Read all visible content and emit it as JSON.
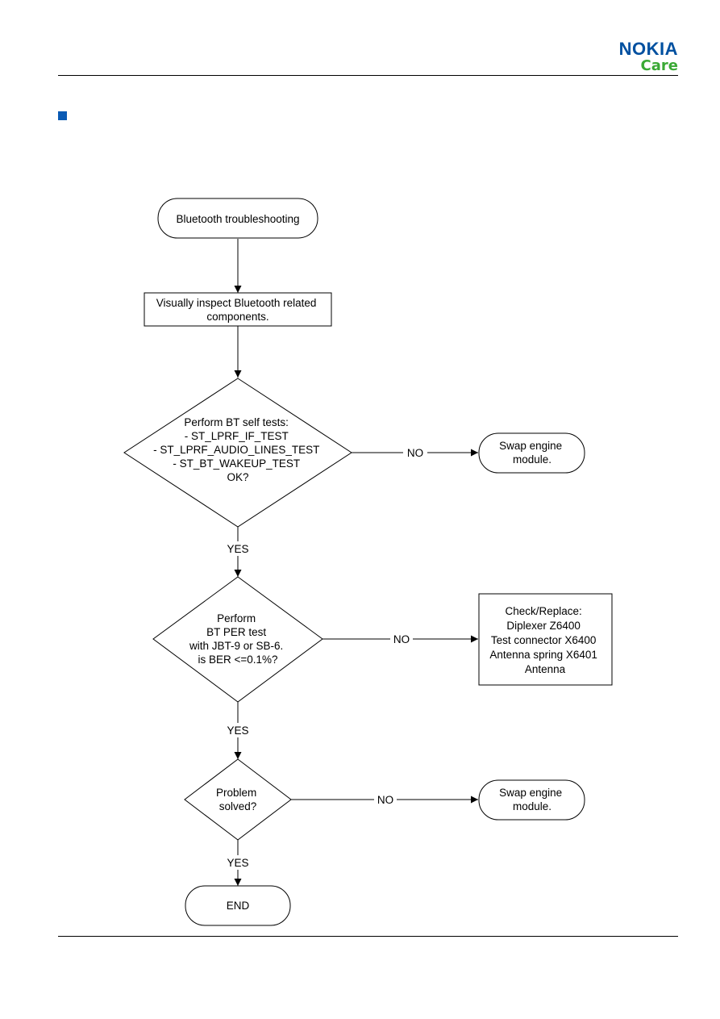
{
  "header": {
    "brand": "NOKIA",
    "sub": "Care",
    "brand_color": "#0050a0",
    "sub_color": "#3aa935"
  },
  "section": {
    "bullet_color": "#0a5ab4"
  },
  "flowchart": {
    "start": [
      "Bluetooth troubleshooting"
    ],
    "inspect": [
      "Visually inspect Bluetooth related",
      "components."
    ],
    "decision1": [
      "Perform BT self tests:",
      "- ST_LPRF_IF_TEST",
      "- ST_LPRF_AUDIO_LINES_TEST",
      "- ST_BT_WAKEUP_TEST",
      "OK?"
    ],
    "no1": "NO",
    "swap1": [
      "Swap engine",
      "module."
    ],
    "yes1": "YES",
    "decision2": [
      "Perform",
      "BT PER test",
      "with JBT-9 or SB-6.",
      "is BER <=0.1%?"
    ],
    "no2": "NO",
    "check": [
      "Check/Replace:",
      "Diplexer Z6400",
      "Test connector X6400",
      "Antenna spring X6401",
      "Antenna"
    ],
    "yes2": "YES",
    "decision3": [
      "Problem",
      "solved?"
    ],
    "no3": "NO",
    "swap2": [
      "Swap engine",
      "module."
    ],
    "yes3": "YES",
    "end": [
      "END"
    ]
  }
}
